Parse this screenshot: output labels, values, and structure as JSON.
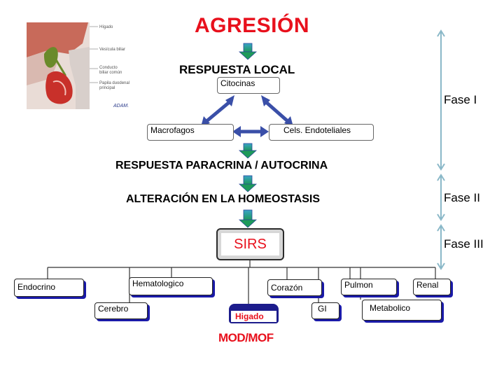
{
  "title": "AGRESIÓN",
  "levels": {
    "respuesta_local": "RESPUESTA LOCAL",
    "citocinas": "Citocinas",
    "macrofagos": "Macrofagos",
    "cels_endoteliales": "Cels. Endoteliales",
    "paracrina": "RESPUESTA PARACRINA / AUTOCRINA",
    "homeostasis": "ALTERACIÓN EN LA HOMEOSTASIS",
    "sirs": "SIRS",
    "mod_mof": "MOD/MOF"
  },
  "phases": {
    "fase1": "Fase I",
    "fase2": "Fase II",
    "fase3": "Fase III"
  },
  "organs": {
    "endocrino": "Endocrino",
    "hematologico": "Hematologico",
    "corazon": "Corazón",
    "pulmon": "Pulmon",
    "renal": "Renal",
    "cerebro": "Cerebro",
    "higado": "Higado",
    "gi": "GI",
    "metabolico": "Metabolico"
  },
  "anatomy_labels": {
    "l1": "Hígado",
    "l2": "Vesícula biliar",
    "l3": "Conducto",
    "l4": "biliar común",
    "l5": "Papila duodenal",
    "l6": "principal",
    "brand": "ADAM."
  },
  "colors": {
    "title_red": "#e8101c",
    "arrow_blue": "#3a4fa8",
    "arrow_green": "#2aa56a",
    "phase_line": "#8ab8c8",
    "box_shadow_blue": "#1a1aa8"
  }
}
